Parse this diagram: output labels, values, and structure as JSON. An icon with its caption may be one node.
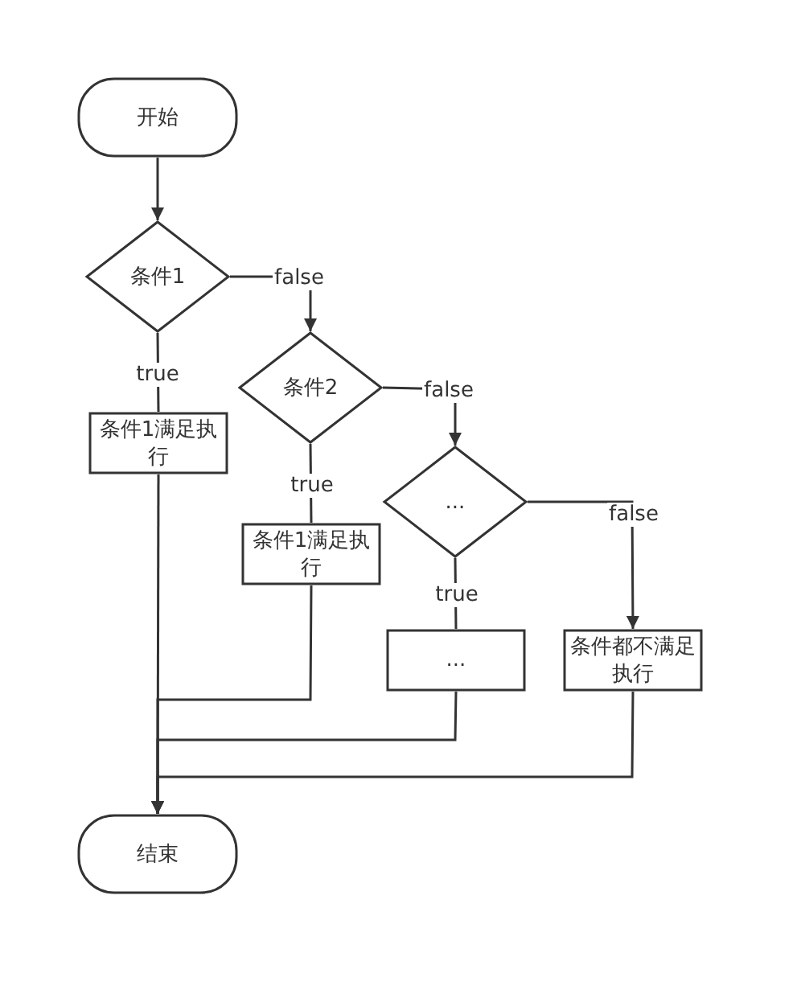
{
  "diagram": {
    "nodes": [
      {
        "text": [
          "开始"
        ]
      },
      {
        "text": [
          "条件1"
        ]
      },
      {
        "text": [
          "条件1满足执行"
        ]
      },
      {
        "text": [
          "条件2"
        ]
      },
      {
        "text": [
          "条件1满足执行"
        ]
      },
      {
        "text": [
          "..."
        ]
      },
      {
        "text": [
          "..."
        ]
      },
      {
        "text": [
          "条件都不满足执行"
        ]
      },
      {
        "text": [
          "结束"
        ]
      }
    ],
    "edges": [
      {
        "from": 0,
        "to": 1,
        "arrow": "to"
      },
      {
        "from": 1,
        "to": 2,
        "label": "true",
        "arrow": "none"
      },
      {
        "from": 1,
        "to": 3,
        "label": "false",
        "arrow": "to"
      },
      {
        "from": 3,
        "to": 4,
        "label": "true",
        "arrow": "none"
      },
      {
        "from": 3,
        "to": 5,
        "label": "false",
        "arrow": "to"
      },
      {
        "from": 5,
        "to": 6,
        "label": "true",
        "arrow": "none"
      },
      {
        "from": 5,
        "to": 7,
        "label": "false",
        "arrow": "to"
      },
      {
        "from": 2,
        "to": 8,
        "arrow": "to"
      },
      {
        "from": 4,
        "to": 8,
        "arrow": "to"
      },
      {
        "from": 6,
        "to": 8,
        "arrow": "to"
      },
      {
        "from": 7,
        "to": 8,
        "arrow": "to"
      }
    ]
  }
}
